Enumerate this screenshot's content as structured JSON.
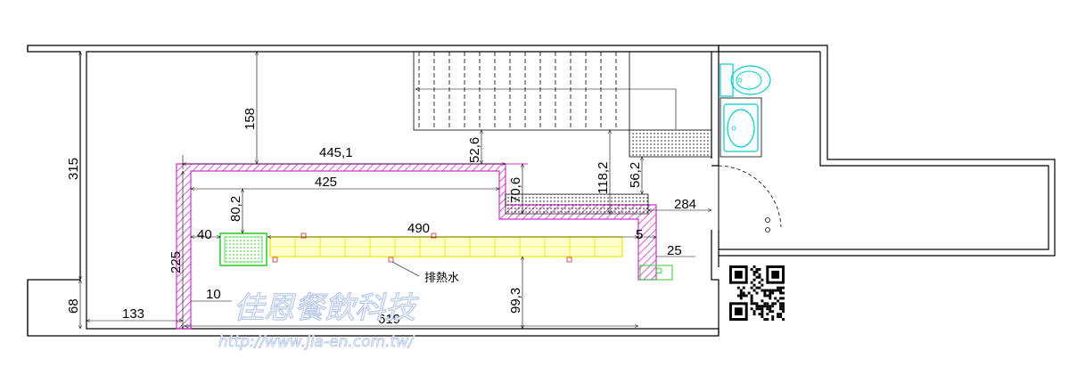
{
  "dimensions": {
    "d445": "445,1",
    "d425": "425",
    "d490": "490",
    "d619": "619",
    "d158": "158",
    "d315": "315",
    "d225": "225",
    "d80": "80,2",
    "d40": "40",
    "d10": "10",
    "d133": "133",
    "d68": "68",
    "d99": "99,3",
    "d52": "52,6",
    "d70": "70,6",
    "d118": "118,2",
    "d56": "56,2",
    "d284": "284",
    "d25": "25",
    "d5": "5"
  },
  "labels": {
    "drain": "排熱水"
  },
  "watermark": {
    "company": "佳恩餐飲科技",
    "url": "http://www.jia-en.com.tw/"
  },
  "colors": {
    "walls": "#000000",
    "freezer_wall": "#cc33cc",
    "condensing_unit": "#33cc33",
    "evaporator": "#e6e600",
    "fixtures": "#00cccc",
    "dimension_lines": "#000000"
  }
}
